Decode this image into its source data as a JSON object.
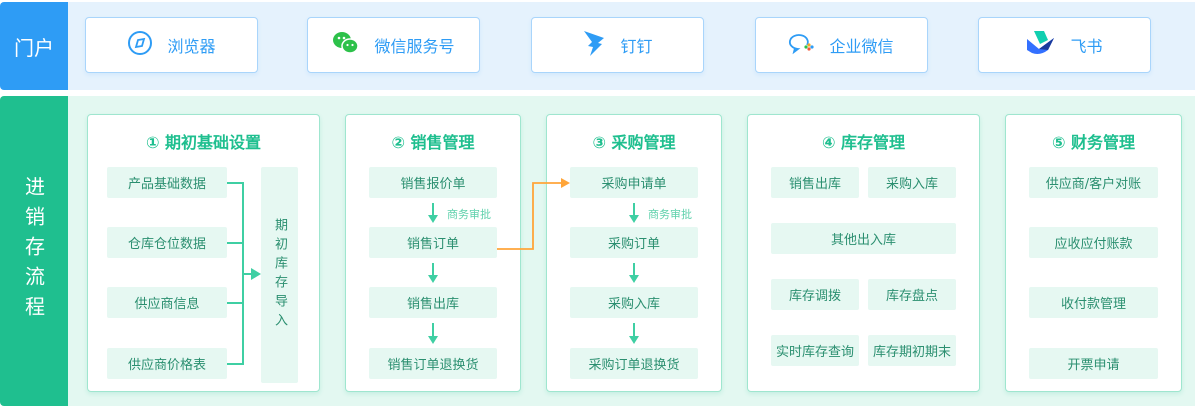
{
  "portal": {
    "label": "门户",
    "items": [
      {
        "label": "浏览器",
        "icon": "compass-icon"
      },
      {
        "label": "微信服务号",
        "icon": "wechat-icon"
      },
      {
        "label": "钉钉",
        "icon": "dingtalk-icon"
      },
      {
        "label": "企业微信",
        "icon": "wecom-icon"
      },
      {
        "label": "飞书",
        "icon": "feishu-icon"
      }
    ]
  },
  "flow": {
    "label": "进销存流程",
    "setup": {
      "title": "① 期初基础设置",
      "items": [
        "产品基础数据",
        "仓库仓位数据",
        "供应商信息",
        "供应商价格表"
      ],
      "target": "期初库存导入"
    },
    "sales": {
      "title": "② 销售管理",
      "items": [
        "销售报价单",
        "销售订单",
        "销售出库",
        "销售订单退换货"
      ],
      "note": "商务审批"
    },
    "purchase": {
      "title": "③ 采购管理",
      "items": [
        "采购申请单",
        "采购订单",
        "采购入库",
        "采购订单退换货"
      ],
      "note": "商务审批"
    },
    "inventory": {
      "title": "④ 库存管理",
      "items": [
        "销售出库",
        "采购入库",
        "其他出入库",
        "库存调拨",
        "库存盘点",
        "实时库存查询",
        "库存期初期末"
      ]
    },
    "finance": {
      "title": "⑤ 财务管理",
      "items": [
        "供应商/客户对账",
        "应收应付账款",
        "收付款管理",
        "开票申请"
      ]
    }
  },
  "colors": {
    "portal": "#2e9cf5",
    "flow": "#1fbf8f",
    "link": "#ffa53a"
  }
}
